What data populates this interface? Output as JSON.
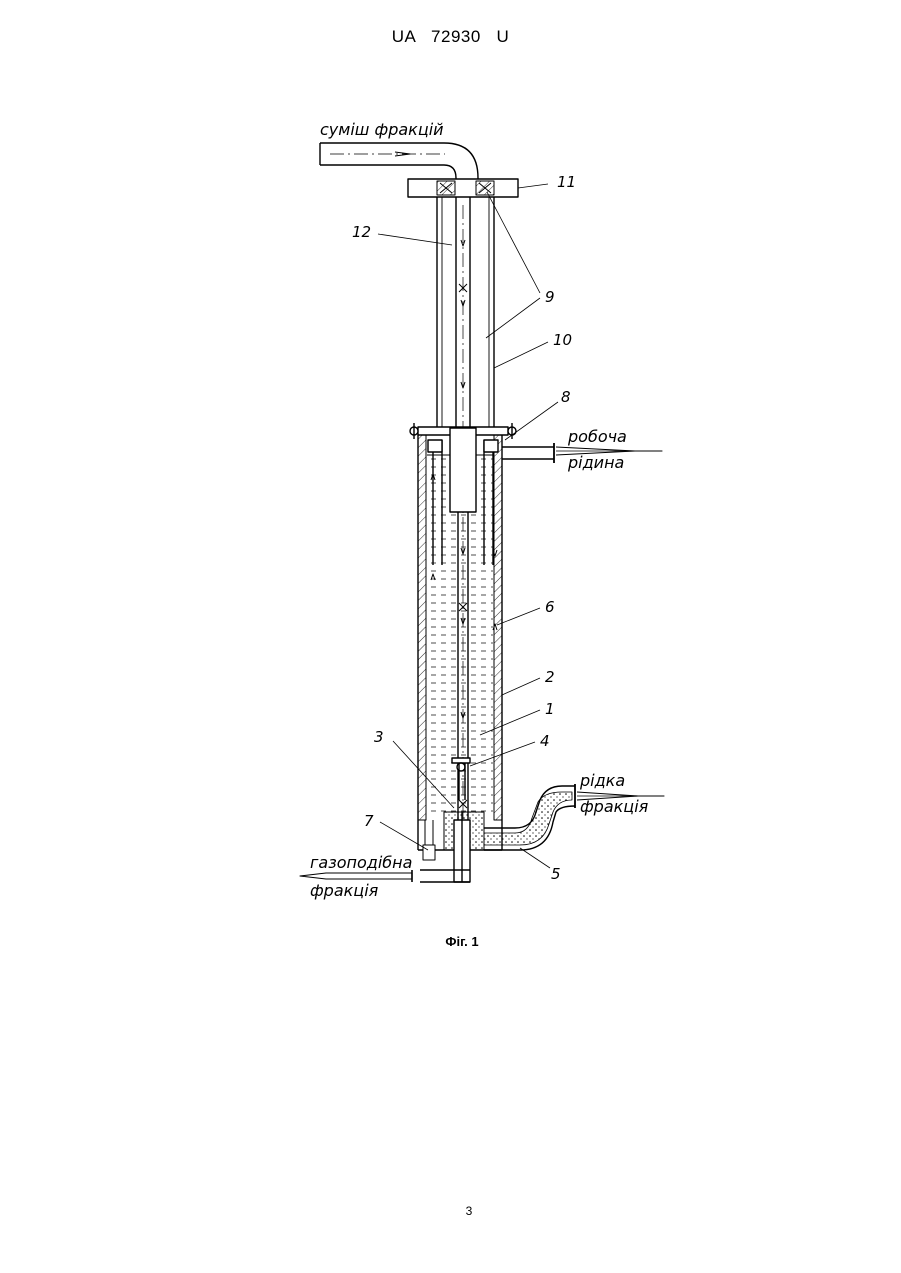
{
  "header": {
    "patent_number": "UA   72930   U"
  },
  "figure": {
    "caption": "Фіг. 1",
    "labels": {
      "inlet": "суміш фракцій",
      "working_fluid_1": "робоча",
      "working_fluid_2": "рідина",
      "liquid_fraction_1": "рідка",
      "liquid_fraction_2": "фракція",
      "gas_fraction_1": "газоподібна",
      "gas_fraction_2": "фракція"
    },
    "part_numbers": {
      "p1": "1",
      "p2": "2",
      "p3": "3",
      "p4": "4",
      "p5": "5",
      "p6": "6",
      "p7": "7",
      "p8": "8",
      "p9": "9",
      "p10": "10",
      "p11": "11",
      "p12": "12"
    }
  },
  "footer": {
    "page_number": "3"
  }
}
